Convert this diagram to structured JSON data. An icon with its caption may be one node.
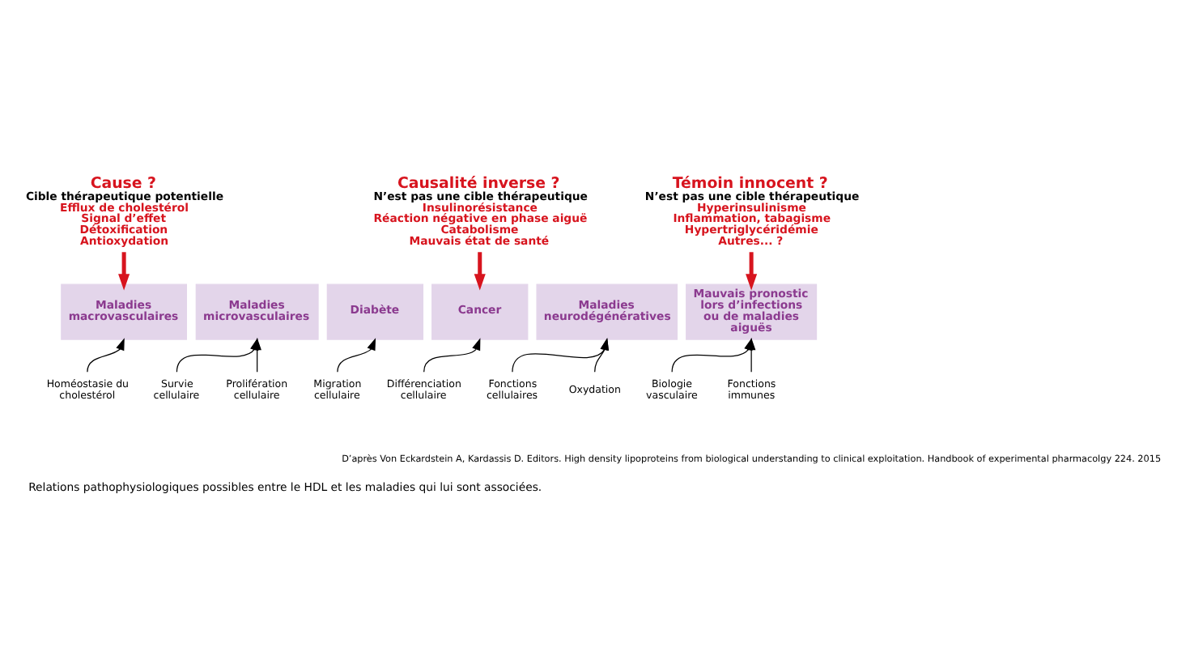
{
  "diagram": {
    "caption": "Relations pathophysiologiques possibles entre le HDL et les maladies qui lui sont associées.",
    "nodes": [
      {
        "text": [
          "Cause ?",
          "Cible thérapeutique potentielle",
          "Efflux de cholestérol",
          "Signal d’effet",
          "Détoxification",
          "Antioxydation"
        ]
      },
      {
        "text": [
          "Causalité inverse ?",
          "N’est pas une cible thérapeutique",
          "Insulinorésistance",
          "Réaction négative en phase aiguë",
          "Catabolisme",
          "Mauvais état de santé"
        ]
      },
      {
        "text": [
          "Témoin innocent ?",
          "N’est pas une cible thérapeutique",
          "Hyperinsulinisme",
          "Inflammation, tabagisme",
          "Hypertriglycéridémie",
          "Autres... ?"
        ]
      },
      {
        "text": [
          "Maladies macrovasculaires"
        ]
      },
      {
        "text": [
          "Maladies microvasculaires"
        ]
      },
      {
        "text": [
          "Diabète"
        ]
      },
      {
        "text": [
          "Cancer"
        ]
      },
      {
        "text": [
          "Maladies neurodégénératives"
        ]
      },
      {
        "text": [
          "Mauvais pronostic lors d’infections ou de maladies aiguës"
        ]
      },
      {
        "text": [
          "Homéostasie du cholestérol"
        ]
      },
      {
        "text": [
          "Survie cellulaire"
        ]
      },
      {
        "text": [
          "Prolifération cellulaire"
        ]
      },
      {
        "text": [
          "Migration cellulaire"
        ]
      },
      {
        "text": [
          "Différenciation cellulaire"
        ]
      },
      {
        "text": [
          "Fonctions cellulaires"
        ]
      },
      {
        "text": [
          "Oxydation"
        ]
      },
      {
        "text": [
          "Biologie vasculaire"
        ]
      },
      {
        "text": [
          "Fonctions immunes"
        ]
      }
    ],
    "edges": [
      {
        "from": 0,
        "to": 3,
        "arrow": "to",
        "style": "thick",
        "color": "#d7141e"
      },
      {
        "from": 1,
        "to": 6,
        "arrow": "to",
        "style": "thick",
        "color": "#d7141e"
      },
      {
        "from": 2,
        "to": 8,
        "arrow": "to",
        "style": "thick",
        "color": "#d7141e"
      },
      {
        "from": 9,
        "to": 3,
        "arrow": "to"
      },
      {
        "from": 10,
        "to": 4,
        "arrow": "to"
      },
      {
        "from": 11,
        "to": 4,
        "arrow": "to"
      },
      {
        "from": 12,
        "to": 5,
        "arrow": "to"
      },
      {
        "from": 13,
        "to": 6,
        "arrow": "to"
      },
      {
        "from": 14,
        "to": 7,
        "arrow": "to"
      },
      {
        "from": 15,
        "to": 7,
        "arrow": "to"
      },
      {
        "from": 16,
        "to": 8,
        "arrow": "to"
      },
      {
        "from": 17,
        "to": 8,
        "arrow": "to"
      }
    ],
    "labels": [
      "D’après Von Eckardstein A, Kardassis D. Editors. High density lipoproteins from biological understanding to clinical exploitation. Handbook of experimental pharmacolgy 224. 2015"
    ]
  }
}
